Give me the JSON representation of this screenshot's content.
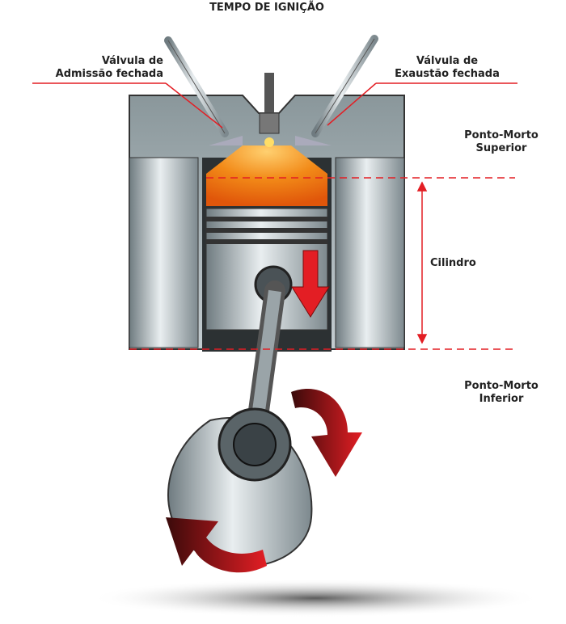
{
  "title": "TEMPO DE IGNIÇÃO",
  "labels": {
    "intake_line1": "Válvula de",
    "intake_line2": "Admissão fechada",
    "exhaust_line1": "Válvula de",
    "exhaust_line2": "Exaustão fechada",
    "tdc_line1": "Ponto-Morto",
    "tdc_line2": "Superior",
    "cylinder": "Cilindro",
    "bdc_line1": "Ponto-Morto",
    "bdc_line2": "Inferior"
  },
  "colors": {
    "accent": "#e31e24",
    "combustion": "#f07a10",
    "metal": "#a9b4b8"
  }
}
